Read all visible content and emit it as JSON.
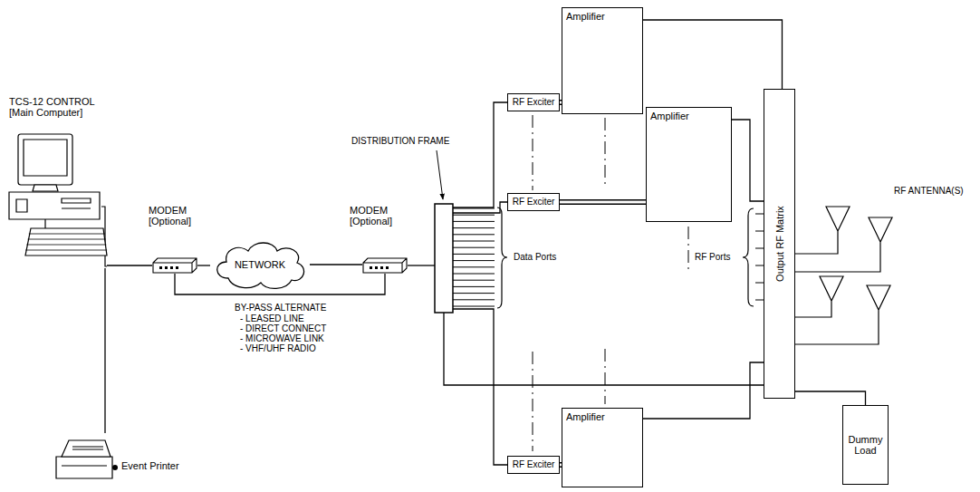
{
  "diagram": {
    "nodes": [
      {
        "text": [
          "TCS-12 CONTROL [Main Computer]"
        ]
      },
      {
        "text": [
          "MODEM [Optional]"
        ]
      },
      {
        "text": [
          "NETWORK"
        ]
      },
      {
        "text": [
          "MODEM [Optional]"
        ]
      },
      {
        "text": [
          "Event Printer"
        ]
      },
      {
        "text": [
          "DISTRIBUTION FRAME"
        ]
      },
      {
        "text": [
          "RF Exciter"
        ]
      },
      {
        "text": [
          "Amplifier"
        ]
      },
      {
        "text": [
          "RF Exciter"
        ]
      },
      {
        "text": [
          "Amplifier"
        ]
      },
      {
        "text": [
          "RF Exciter"
        ]
      },
      {
        "text": [
          "Amplifier"
        ]
      },
      {
        "text": [
          "Output RF Matrix"
        ]
      },
      {
        "text": [
          "Dummy Load"
        ]
      }
    ],
    "edges": [
      {
        "from": 0,
        "to": 1,
        "arrow": "none"
      },
      {
        "from": 1,
        "to": 2,
        "arrow": "none"
      },
      {
        "from": 2,
        "to": 3,
        "arrow": "none"
      },
      {
        "from": 3,
        "to": 5,
        "arrow": "none"
      },
      {
        "from": 0,
        "to": 4,
        "arrow": "none"
      },
      {
        "from": 1,
        "to": 3,
        "arrow": "none"
      },
      {
        "from": 5,
        "to": 6,
        "arrow": "none"
      },
      {
        "from": 5,
        "to": 8,
        "arrow": "none"
      },
      {
        "from": 5,
        "to": 10,
        "arrow": "none"
      },
      {
        "from": 5,
        "to": 12,
        "arrow": "none"
      },
      {
        "from": 6,
        "to": 7,
        "arrow": "none"
      },
      {
        "from": 8,
        "to": 9,
        "arrow": "none"
      },
      {
        "from": 10,
        "to": 11,
        "arrow": "none"
      },
      {
        "from": 7,
        "to": 12,
        "arrow": "none"
      },
      {
        "from": 9,
        "to": 12,
        "arrow": "none"
      },
      {
        "from": 11,
        "to": 12,
        "arrow": "none"
      },
      {
        "from": 12,
        "to": 13,
        "arrow": "none"
      }
    ],
    "labels": [
      "BY-PASS ALTERNATE",
      "- LEASED LINE",
      "- DIRECT CONNECT",
      "- MICROWAVE LINK",
      "- VHF/UHF RADIO",
      "Data Ports",
      "RF Ports",
      "RF ANTENNA(S)"
    ]
  }
}
